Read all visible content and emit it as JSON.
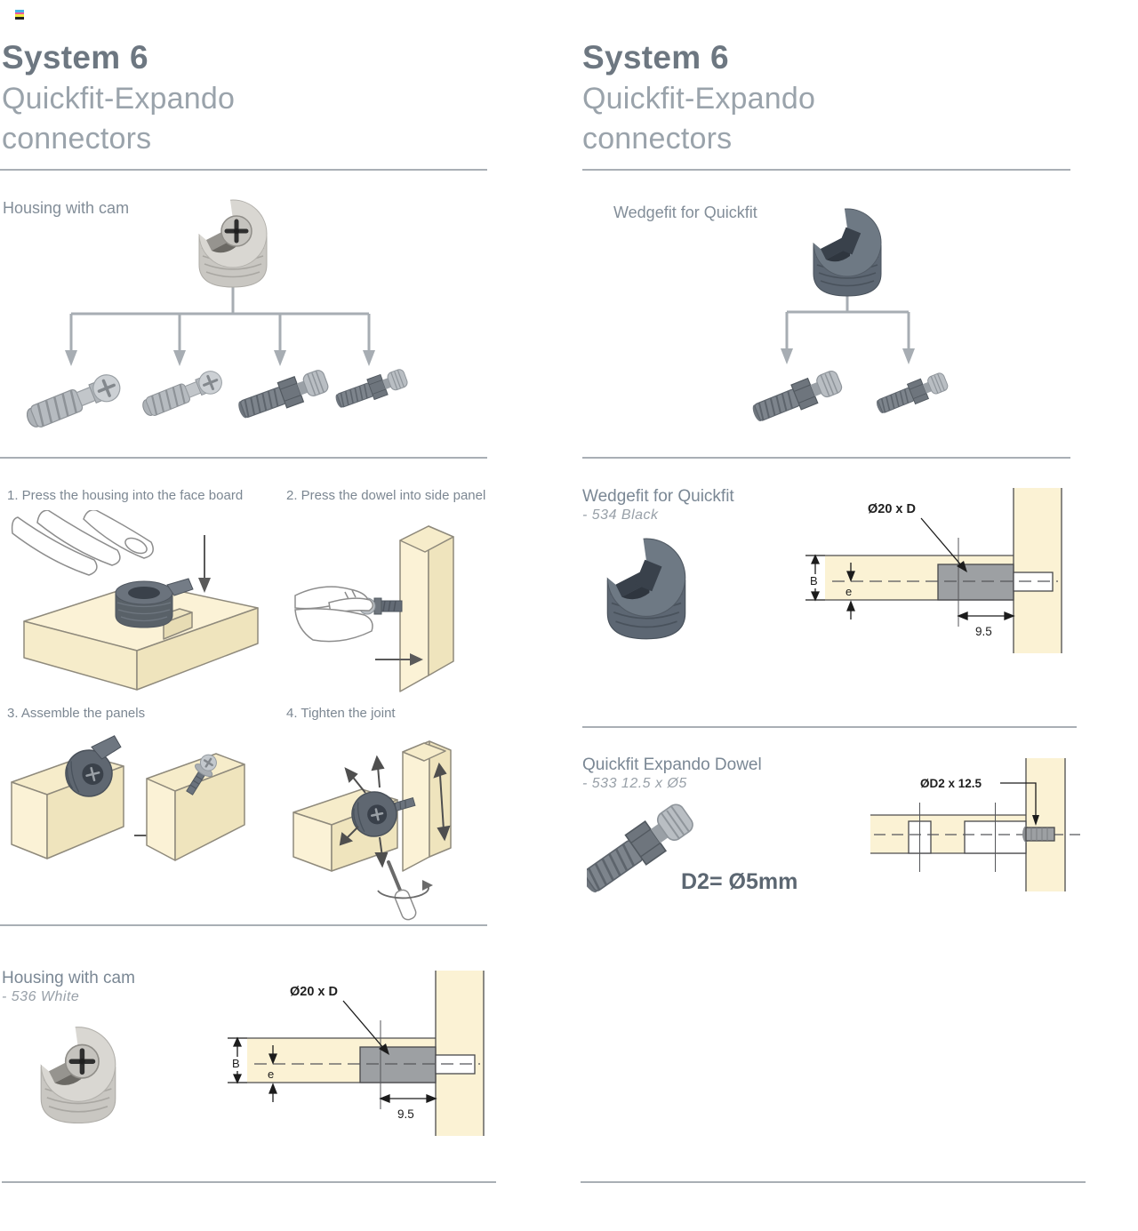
{
  "left": {
    "title": "System 6",
    "subtitle1": "Quickfit-Expando",
    "subtitle2": "connectors",
    "tree_label": "Housing with cam",
    "step1": "1. Press the housing into the face board",
    "step2": "2. Press the dowel into side panel",
    "step3": "3. Assemble the panels",
    "step4": "4. Tighten the joint",
    "product_name": "Housing with cam",
    "product_code": "- 536  White",
    "drawing": {
      "hole": "Ø20 x D",
      "b": "B",
      "e": "e",
      "depth": "9.5"
    }
  },
  "right": {
    "title": "System 6",
    "subtitle1": "Quickfit-Expando",
    "subtitle2": "connectors",
    "tree_label": "Wedgefit for Quickfit",
    "product1_name": "Wedgefit for Quickfit",
    "product1_code": "- 534  Black",
    "drawing1": {
      "hole": "Ø20 x D",
      "b": "B",
      "e": "e",
      "depth": "9.5"
    },
    "product2_name": "Quickfit Expando Dowel",
    "product2_code": "- 533  12.5 x Ø5",
    "product2_note": "D2= Ø5mm",
    "drawing2": {
      "hole": "ØD2 x 12.5"
    }
  },
  "colors": {
    "board_cream": "#fbf2d4",
    "hole_gray": "#9da0a3",
    "heading_gray": "#6d7781",
    "subtitle_gray": "#9aa3ab",
    "rule_gray": "#a9afb5"
  }
}
